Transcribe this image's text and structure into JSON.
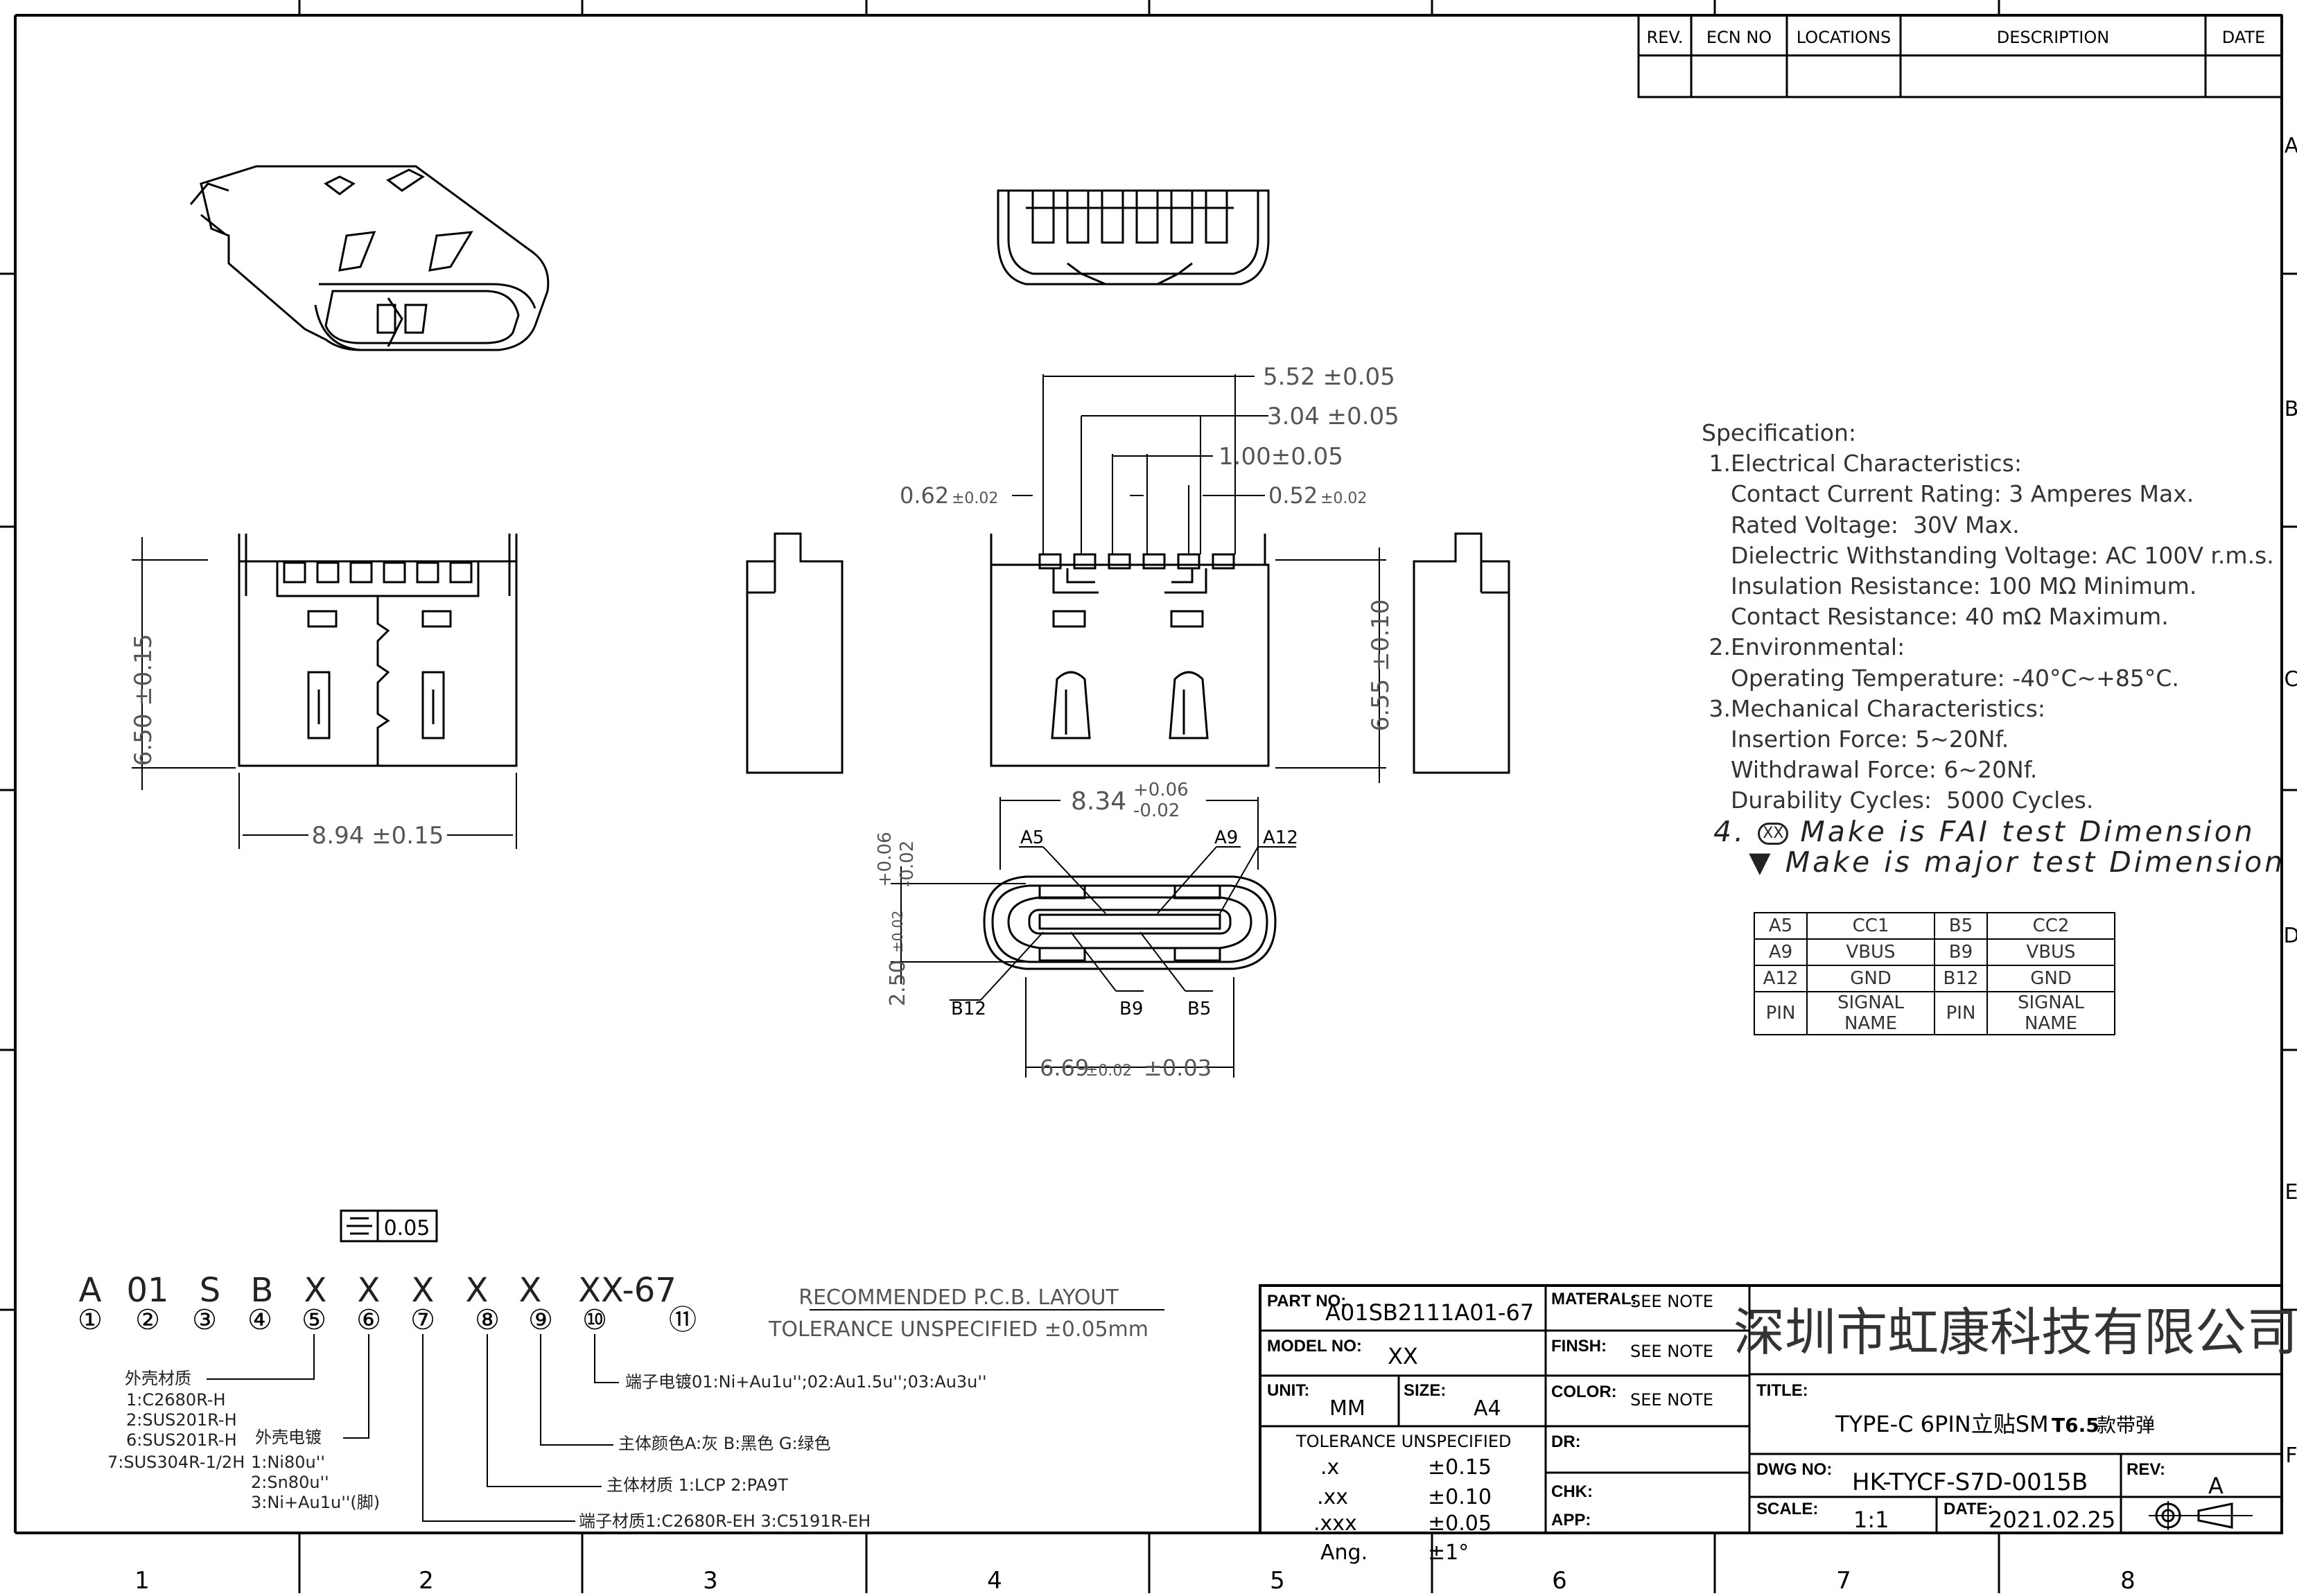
{
  "zones": {
    "columns": [
      "1",
      "2",
      "3",
      "4",
      "5",
      "6",
      "7",
      "8"
    ],
    "rows": [
      "A",
      "B",
      "C",
      "D",
      "E",
      "F"
    ]
  },
  "revision_table": {
    "headers": [
      "REV.",
      "ECN NO",
      "LOCATIONS",
      "DESCRIPTION",
      "DATE"
    ]
  },
  "dimensions": {
    "top_5_52": "5.52 ±0.05",
    "top_3_04": "3.04 ±0.05",
    "top_1_00": "1.00±0.05",
    "left_0_62": "0.62",
    "left_0_62_tol": "±0.02",
    "right_0_52": "0.52",
    "right_0_52_tol": "±0.02",
    "height_6_55": "6.55 ±0.10",
    "height_6_50": "6.50 ±0.15",
    "width_8_94": "8.94 ±0.15",
    "width_8_34": "8.34",
    "width_8_34_upper": "+0.06",
    "width_8_34_lower": "-0.02",
    "height_2_50": "2.50",
    "height_2_50_tol": "±0.02",
    "height_2_50_upper": "+0.06",
    "height_2_50_lower": "-0.02",
    "bottom_6_69": "6.69",
    "bottom_6_69_tol1": "±0.02",
    "bottom_6_69_tol2": "±0.03",
    "flatness": "0.05"
  },
  "pin_callouts": [
    "A5",
    "A9",
    "A12",
    "B12",
    "B9",
    "B5"
  ],
  "specification": {
    "heading": "Specification:",
    "lines": [
      " 1.Electrical Characteristics:",
      "    Contact Current Rating: 3 Amperes Max.",
      "    Rated Voltage:  30V Max.",
      "    Dielectric Withstanding Voltage: AC 100V r.m.s.",
      "    Insulation Resistance: 100 MΩ Minimum.",
      "    Contact Resistance: 40 mΩ Maximum.",
      " 2.Environmental:",
      "    Operating Temperature: -40°C~+85°C.",
      " 3.Mechanical Characteristics:",
      "    Insertion Force: 5~20Nf.",
      "    Withdrawal Force: 6~20Nf.",
      "    Durability Cycles:  5000 Cycles."
    ],
    "note4_prefix": "4.",
    "note4_symbol": "XX",
    "note4_text": "Make is FAI test Dimension",
    "note5_symbol": "▼",
    "note5_text": "Make is major test Dimension"
  },
  "pin_table": [
    [
      "A5",
      "CC1",
      "B5",
      "CC2"
    ],
    [
      "A9",
      "VBUS",
      "B9",
      "VBUS"
    ],
    [
      "A12",
      "GND",
      "B12",
      "GND"
    ],
    [
      "PIN",
      "SIGNAL NAME",
      "PIN",
      "SIGNAL NAME"
    ]
  ],
  "part_code": {
    "letters": [
      "A",
      "01",
      "S",
      "B",
      "X",
      "X",
      "X",
      "X",
      "X",
      "XX-67"
    ],
    "circled": [
      "①",
      "②",
      "③",
      "④",
      "⑤",
      "⑥",
      "⑦",
      "⑧",
      "⑨",
      "⑩",
      "⑪"
    ],
    "shell_material_title": "外壳材质",
    "shell_material_options": [
      "1:C2680R-H",
      "2:SUS201R-H",
      "6:SUS201R-H",
      "7:SUS304R-1/2H"
    ],
    "shell_plating_title": "外壳电镀",
    "shell_plating_options": [
      "1:Ni80u''",
      "2:Sn80u''",
      "3:Ni+Au1u''(脚)"
    ],
    "terminal_plating": "端子电镀01:Ni+Au1u'';02:Au1.5u'';03:Au3u''",
    "body_color": "主体颜色A:灰  B:黑色  G:绿色",
    "body_material": "主体材质    1:LCP  2:PA9T",
    "terminal_material": "端子材质1:C2680R-EH  3:C5191R-EH"
  },
  "pcb_layout": {
    "title": "RECOMMENDED  P.C.B. LAYOUT",
    "tolerance": "TOLERANCE UNSPECIFIED ±0.05mm"
  },
  "title_block": {
    "part_no_label": "PART NO:",
    "part_no": "A01SB2111A01-67",
    "model_no_label": "MODEL NO:",
    "model_no": "XX",
    "unit_label": "UNIT:",
    "unit": "MM",
    "size_label": "SIZE:",
    "size": "A4",
    "tolerance_title": "TOLERANCE UNSPECIFIED",
    "tolerances": [
      {
        "k": ".x",
        "v": "±0.15"
      },
      {
        "k": ".xx",
        "v": "±0.10"
      },
      {
        "k": ".xxx",
        "v": "±0.05"
      },
      {
        "k": "Ang.",
        "v": "±1°"
      }
    ],
    "material_label": "MATERAL:",
    "material": "SEE NOTE",
    "finish_label": "FINSH:",
    "finish": "SEE NOTE",
    "color_label": "COLOR:",
    "color": "SEE NOTE",
    "dr_label": "DR:",
    "chk_label": "CHK:",
    "app_label": "APP:",
    "company": "深圳市虹康科技有限公司",
    "title_label": "TITLE:",
    "title_main": "TYPE-C 6PIN立贴SM",
    "title_bold": "T6.5",
    "title_suffix": "款带弹",
    "dwg_no_label": "DWG NO:",
    "dwg_no": "HK-TYCF-S7D-0015B",
    "rev_label": "REV:",
    "rev": "A",
    "scale_label": "SCALE:",
    "scale": "1:1",
    "date_label": "DATE:",
    "date": "2021.02.25"
  }
}
